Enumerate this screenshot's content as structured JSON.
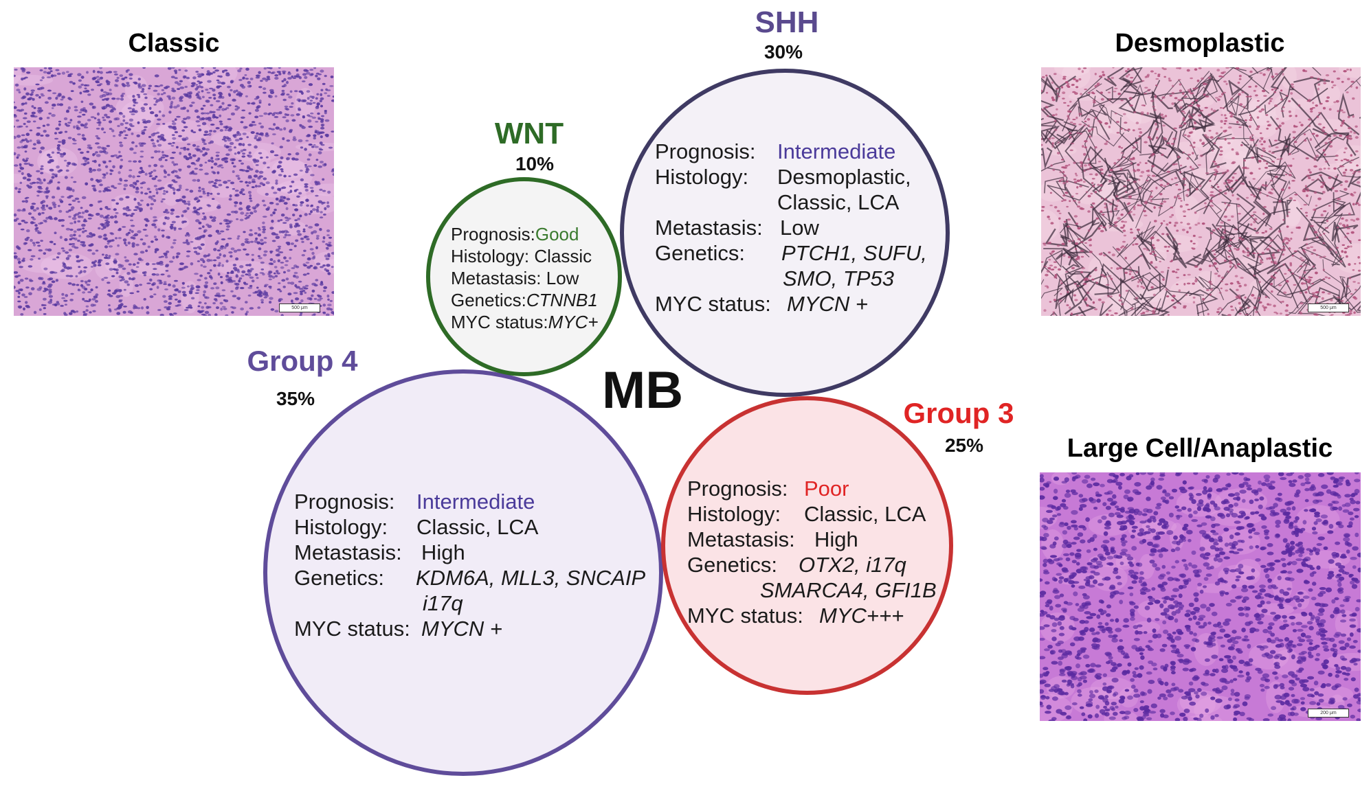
{
  "center_label": "MB",
  "histology_panels": {
    "classic": {
      "title": "Classic",
      "scale": "500 μm"
    },
    "desmoplastic": {
      "title": "Desmoplastic",
      "scale": "500 μm"
    },
    "lca": {
      "title": "Large Cell/Anaplastic",
      "scale": "200 μm"
    }
  },
  "groups": {
    "wnt": {
      "name": "WNT",
      "percent": "10%",
      "prognosis_label": "Prognosis:",
      "prognosis": "Good",
      "histology_label": "Histology:",
      "histology": "Classic",
      "metastasis_label": "Metastasis:",
      "metastasis": "Low",
      "genetics_label": "Genetics:",
      "genetics": "CTNNB1",
      "myc_label": "MYC status:",
      "myc": "MYC+"
    },
    "shh": {
      "name": "SHH",
      "percent": "30%",
      "prognosis_label": "Prognosis:",
      "prognosis": "Intermediate",
      "histology_label": "Histology:",
      "histology_1": "Desmoplastic,",
      "histology_2": "Classic, LCA",
      "metastasis_label": "Metastasis:",
      "metastasis": "Low",
      "genetics_label": "Genetics:",
      "genetics_1": "PTCH1, SUFU,",
      "genetics_2": "SMO, TP53",
      "myc_label": "MYC status:",
      "myc": "MYCN +"
    },
    "group4": {
      "name": "Group 4",
      "percent": "35%",
      "prognosis_label": "Prognosis:",
      "prognosis": "Intermediate",
      "histology_label": "Histology:",
      "histology": "Classic, LCA",
      "metastasis_label": "Metastasis:",
      "metastasis": "High",
      "genetics_label": "Genetics:",
      "genetics_1": "KDM6A, MLL3, SNCAIP",
      "genetics_2": "i17q",
      "myc_label": "MYC status:",
      "myc": "MYCN +"
    },
    "group3": {
      "name": "Group 3",
      "percent": "25%",
      "prognosis_label": "Prognosis:",
      "prognosis": "Poor",
      "histology_label": "Histology:",
      "histology": "Classic, LCA",
      "metastasis_label": "Metastasis:",
      "metastasis": "High",
      "genetics_label": "Genetics:",
      "genetics_1": "OTX2, i17q",
      "genetics_2": "SMARCA4, GFI1B",
      "myc_label": "MYC status:",
      "myc": "MYC+++"
    }
  },
  "colors": {
    "wnt": "#2e6b26",
    "shh": "#5a4a8e",
    "shh_ring": "#3f3a63",
    "group4": "#5f4c9a",
    "group3": "#d42a2a",
    "intermediate_text": "#4a3a9a",
    "poor_text": "#e02424",
    "good_text": "#3a7a2e",
    "purple_fill": "#f1ecf7",
    "pink_fill": "#fbe3e6"
  }
}
